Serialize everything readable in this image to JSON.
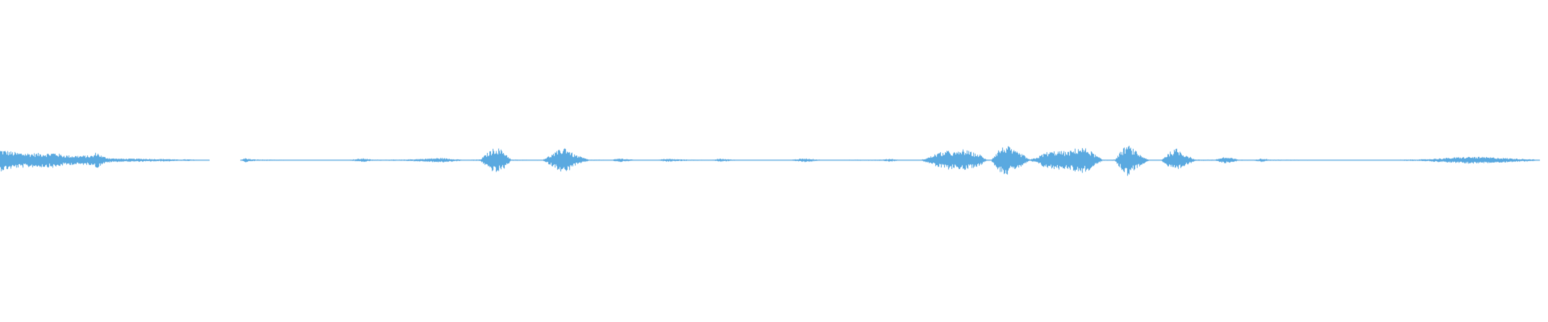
{
  "waveform": {
    "color": "#5aa9e0",
    "background": "#ffffff",
    "duration_fraction_filled": 0.995,
    "envelope": [
      [
        0.0,
        0.07
      ],
      [
        0.01,
        0.05
      ],
      [
        0.02,
        0.045
      ],
      [
        0.03,
        0.045
      ],
      [
        0.035,
        0.05
      ],
      [
        0.04,
        0.035
      ],
      [
        0.045,
        0.03
      ],
      [
        0.05,
        0.03
      ],
      [
        0.055,
        0.03
      ],
      [
        0.06,
        0.03
      ],
      [
        0.062,
        0.055
      ],
      [
        0.066,
        0.025
      ],
      [
        0.07,
        0.015
      ],
      [
        0.073,
        0.012
      ],
      [
        0.08,
        0.01
      ],
      [
        0.09,
        0.01
      ],
      [
        0.1,
        0.008
      ],
      [
        0.108,
        0.008
      ],
      [
        0.115,
        0.004
      ],
      [
        0.12,
        0.006
      ],
      [
        0.125,
        0.004
      ],
      [
        0.135,
        0.0
      ],
      [
        0.155,
        0.0
      ],
      [
        0.158,
        0.014
      ],
      [
        0.162,
        0.006
      ],
      [
        0.17,
        0.004
      ],
      [
        0.19,
        0.003
      ],
      [
        0.21,
        0.003
      ],
      [
        0.225,
        0.003
      ],
      [
        0.235,
        0.012
      ],
      [
        0.24,
        0.004
      ],
      [
        0.26,
        0.004
      ],
      [
        0.265,
        0.006
      ],
      [
        0.275,
        0.01
      ],
      [
        0.285,
        0.015
      ],
      [
        0.29,
        0.01
      ],
      [
        0.3,
        0.003
      ],
      [
        0.31,
        0.005
      ],
      [
        0.315,
        0.05
      ],
      [
        0.32,
        0.085
      ],
      [
        0.325,
        0.06
      ],
      [
        0.33,
        0.004
      ],
      [
        0.35,
        0.003
      ],
      [
        0.355,
        0.03
      ],
      [
        0.36,
        0.06
      ],
      [
        0.365,
        0.09
      ],
      [
        0.37,
        0.04
      ],
      [
        0.38,
        0.004
      ],
      [
        0.395,
        0.003
      ],
      [
        0.4,
        0.012
      ],
      [
        0.41,
        0.003
      ],
      [
        0.425,
        0.003
      ],
      [
        0.43,
        0.01
      ],
      [
        0.435,
        0.007
      ],
      [
        0.445,
        0.004
      ],
      [
        0.46,
        0.003
      ],
      [
        0.465,
        0.01
      ],
      [
        0.475,
        0.003
      ],
      [
        0.51,
        0.003
      ],
      [
        0.52,
        0.012
      ],
      [
        0.53,
        0.003
      ],
      [
        0.57,
        0.004
      ],
      [
        0.575,
        0.01
      ],
      [
        0.58,
        0.003
      ],
      [
        0.595,
        0.003
      ],
      [
        0.6,
        0.02
      ],
      [
        0.605,
        0.045
      ],
      [
        0.612,
        0.06
      ],
      [
        0.618,
        0.05
      ],
      [
        0.622,
        0.07
      ],
      [
        0.628,
        0.05
      ],
      [
        0.633,
        0.035
      ],
      [
        0.637,
        0.004
      ],
      [
        0.64,
        0.003
      ],
      [
        0.645,
        0.07
      ],
      [
        0.65,
        0.095
      ],
      [
        0.655,
        0.06
      ],
      [
        0.66,
        0.04
      ],
      [
        0.665,
        0.004
      ],
      [
        0.67,
        0.02
      ],
      [
        0.675,
        0.05
      ],
      [
        0.682,
        0.06
      ],
      [
        0.69,
        0.055
      ],
      [
        0.697,
        0.085
      ],
      [
        0.703,
        0.07
      ],
      [
        0.708,
        0.03
      ],
      [
        0.712,
        0.004
      ],
      [
        0.72,
        0.004
      ],
      [
        0.724,
        0.06
      ],
      [
        0.728,
        0.1
      ],
      [
        0.732,
        0.07
      ],
      [
        0.737,
        0.03
      ],
      [
        0.742,
        0.003
      ],
      [
        0.75,
        0.003
      ],
      [
        0.755,
        0.05
      ],
      [
        0.76,
        0.075
      ],
      [
        0.765,
        0.04
      ],
      [
        0.772,
        0.004
      ],
      [
        0.785,
        0.004
      ],
      [
        0.79,
        0.02
      ],
      [
        0.795,
        0.015
      ],
      [
        0.8,
        0.004
      ],
      [
        0.81,
        0.003
      ],
      [
        0.815,
        0.012
      ],
      [
        0.82,
        0.004
      ],
      [
        0.85,
        0.003
      ],
      [
        0.9,
        0.003
      ],
      [
        0.92,
        0.006
      ],
      [
        0.93,
        0.012
      ],
      [
        0.94,
        0.018
      ],
      [
        0.95,
        0.022
      ],
      [
        0.96,
        0.02
      ],
      [
        0.97,
        0.015
      ],
      [
        0.98,
        0.01
      ],
      [
        0.99,
        0.006
      ],
      [
        0.995,
        0.0
      ]
    ]
  }
}
